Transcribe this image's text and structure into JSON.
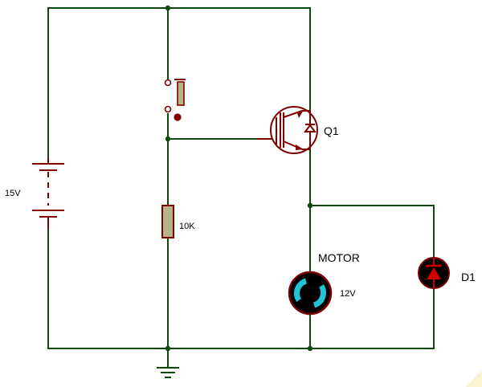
{
  "colors": {
    "wire": "#0b4a0b",
    "component": "#800000",
    "pin_fill": "#b5b58a",
    "motor_body": "#000000",
    "motor_arc": "#22c3d4",
    "diode_fill": "#d00000",
    "background": "#ffffff"
  },
  "labels": {
    "battery_voltage": "15V",
    "resistor_value": "10K",
    "transistor_name": "Q1",
    "motor_name": "MOTOR",
    "motor_voltage": "12V",
    "diode_name": "D1"
  },
  "components": {
    "battery": "battery-icon",
    "push_button": "push-button-icon",
    "resistor": "resistor-icon",
    "igbt": "igbt-transistor-icon",
    "motor": "dc-motor-icon",
    "diode": "diode-icon",
    "ground": "ground-icon"
  }
}
